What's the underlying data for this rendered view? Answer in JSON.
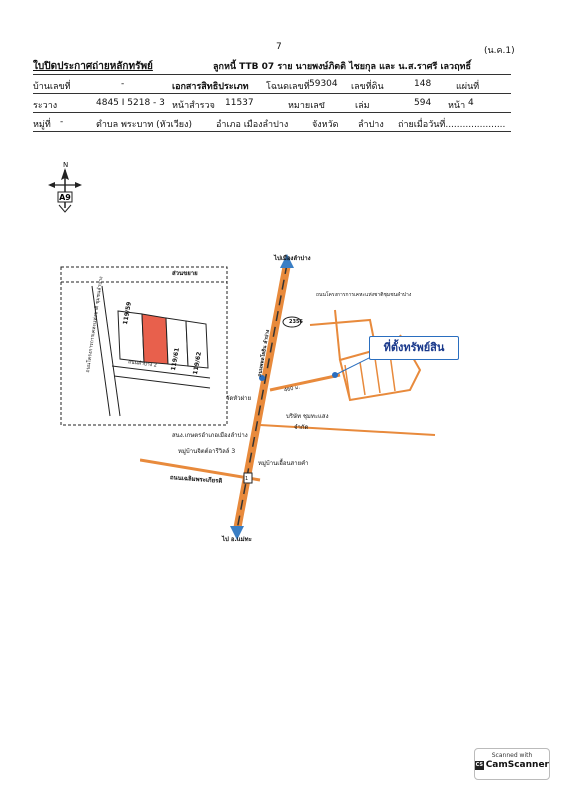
{
  "page": {
    "number": "7",
    "form_code": "(น.ค.1)"
  },
  "header": {
    "title": "ใบปิดประกาศถ่ายหลักทรัพย์",
    "debtor": "ลูกหนี้  TTB 07 ราย  นายพงษ์ภิตติ ไชยกุล และ น.ส.ราศรี เลวฤทธิ์",
    "row1": {
      "house_no_label": "บ้านเลขที่",
      "house_no": "-",
      "doc_type_label": "เอกสารสิทธิประเภท",
      "deed_label": "โฉนดเลขที่",
      "deed_no": "59304",
      "land_no_label": "เลขที่ดิน",
      "land_no": "148",
      "sheet_label": "แผ่นที่"
    },
    "row2": {
      "grid_label": "ระวาง",
      "grid": "4845 I 5218 - 3",
      "survey_label": "หน้าสำรวจ",
      "survey_no": "11537",
      "no_label": "หมายเลข",
      "no": "-",
      "book_label": "เล่ม",
      "book": "594",
      "page_label": "หน้า",
      "page": "4"
    },
    "row3": {
      "village_label": "หมู่ที่",
      "village": "-",
      "subdistrict": "ตำบล พระบาท (หัวเวียง)",
      "district": "อำเภอ เมืองลำปาง",
      "province_label": "จังหวัด",
      "province": "ลำปาง",
      "photo_date": "ถ่ายเมื่อวันที่....................."
    }
  },
  "north_arrow": {
    "letter": "N"
  },
  "inset": {
    "title": "ส่วนขยาย",
    "parcels": [
      "119/59",
      "119/61",
      "119/62"
    ],
    "road_left": "ถนนโครงการการเคหะแห่งชาติ ชุมชนลำปาง",
    "road_bottom": "ถนนลำปาง 2"
  },
  "map": {
    "to_north": "ไปเมืองลำปาง",
    "to_south": "ไป อ.แม่ทะ",
    "main_road": "ถนนพหลโยธิน ลำปาง",
    "road_number": "1",
    "junction_number": "2356",
    "housing_project": "ถนนโครงการการเคหะแห่งชาติชุมชนลำปาง",
    "property_label": "ที่ตั้งทรัพย์สิน",
    "distance": "460 ม.",
    "temple": "วัดหัวฝาย",
    "company1": "บริษัท ชุมทะแสง",
    "company2": "จำกัด",
    "agri_office": "สนง.เกษตรอำเภอเมืองลำปาง",
    "village1": "หมู่บ้านจิตต์อารีวิลล์ 3",
    "village2": "หมู่บ้านเอื้อนสายคำ",
    "cross_road": "ถนนเฉลิมพระเกียรติ"
  },
  "scanner": {
    "line1": "Scanned with",
    "brand": "CamScanner"
  }
}
